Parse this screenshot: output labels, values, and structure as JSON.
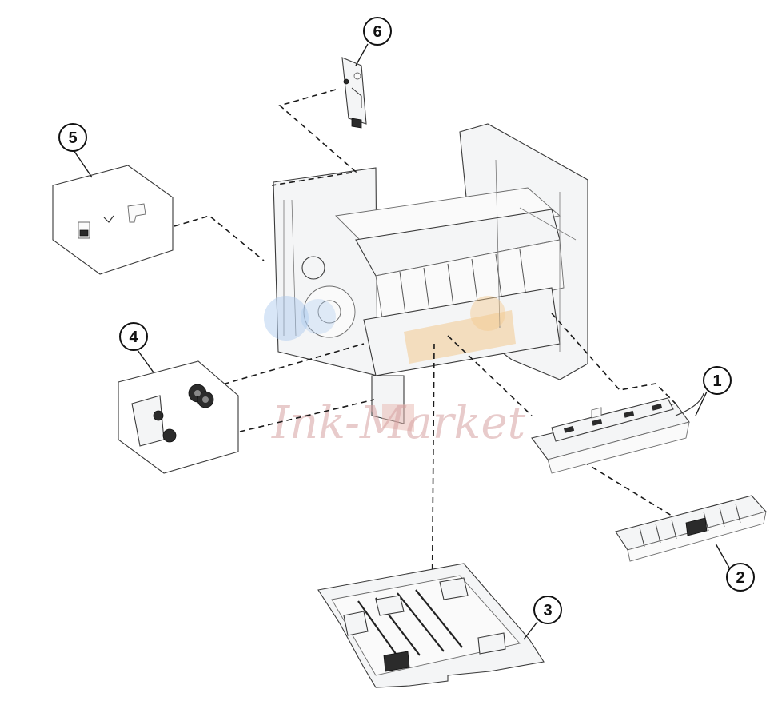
{
  "diagram": {
    "callouts": [
      {
        "id": "1",
        "label": "1"
      },
      {
        "id": "2",
        "label": "2"
      },
      {
        "id": "3",
        "label": "3"
      },
      {
        "id": "4",
        "label": "4"
      },
      {
        "id": "5",
        "label": "5"
      },
      {
        "id": "6",
        "label": "6"
      }
    ],
    "watermark": {
      "text": "Ink-Market"
    },
    "colors": {
      "line": "#1a1a1a",
      "part_fill": "#f4f5f6",
      "watermark_red": "#d7a2a2",
      "watermark_blue": "#a9c8ee",
      "watermark_orange": "#f3c98f"
    }
  }
}
